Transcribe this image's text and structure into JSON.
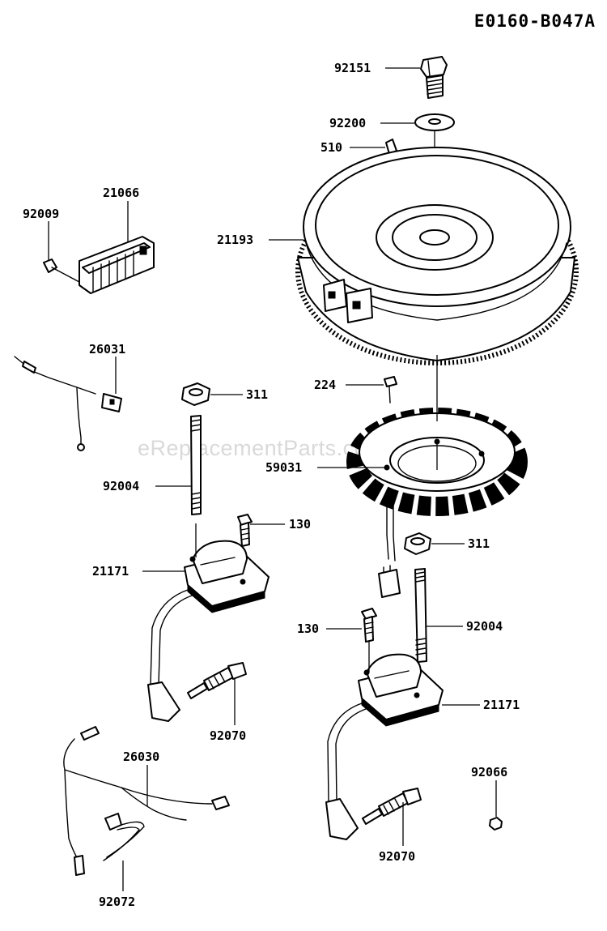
{
  "diagram_code": "E0160-B047A",
  "watermark": "eReplacementParts.com",
  "part_labels": {
    "flywheel_bolt": "92151",
    "washer": "92200",
    "key": "510",
    "screw_regulator": "92009",
    "regulator": "21066",
    "flywheel": "21193",
    "lead_harness": "26031",
    "nut_left": "311",
    "screw_stator": "224",
    "stator": "59031",
    "stud_left": "92004",
    "bolt_left": "130",
    "coil_left": "21171",
    "nut_right": "311",
    "bolt_right": "130",
    "stud_right": "92004",
    "coil_right": "21171",
    "spark_plug_left": "92070",
    "harness": "26030",
    "nut_small": "92066",
    "spark_plug_right": "92070",
    "clamp": "92072"
  }
}
